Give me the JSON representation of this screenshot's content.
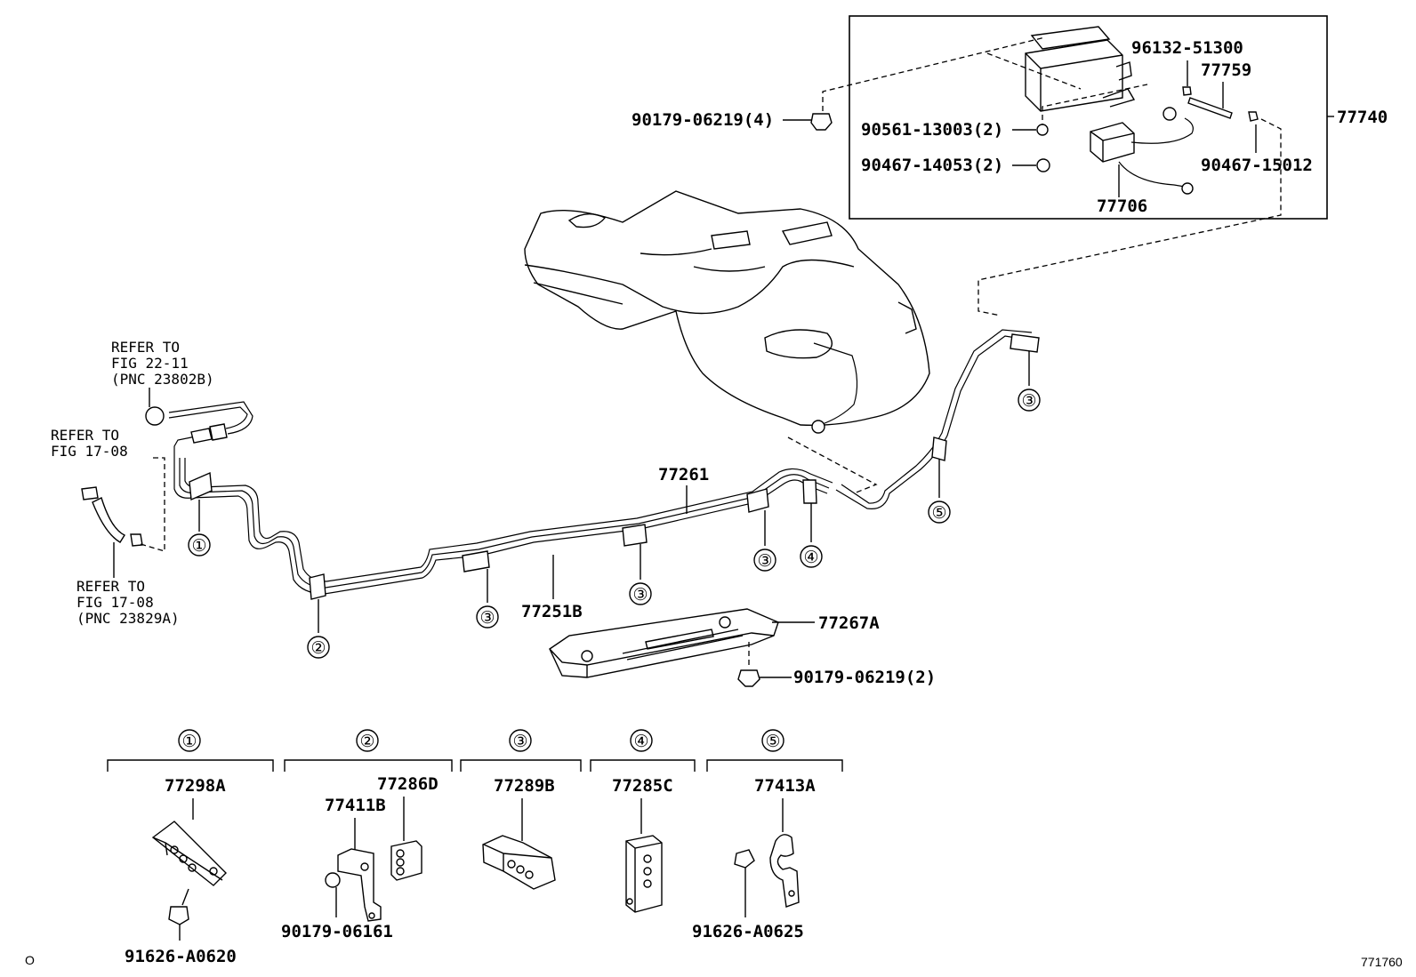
{
  "labels": {
    "p90179_06219_4": "90179-06219(4)",
    "p96132_51300": "96132-51300",
    "p77759": "77759",
    "p77740": "77740",
    "p90561_13003_2": "90561-13003(2)",
    "p90467_14053_2": "90467-14053(2)",
    "p90467_15012": "90467-15012",
    "p77706": "77706",
    "p77261": "77261",
    "p77251B": "77251B",
    "p77267A": "77267A",
    "p90179_06219_2": "90179-06219(2)",
    "ref_a_1": "REFER TO",
    "ref_a_2": "FIG 22-11",
    "ref_a_3": "(PNC 23802B)",
    "ref_b_1": "REFER TO",
    "ref_b_2": "FIG 17-08",
    "ref_c_1": "REFER TO",
    "ref_c_2": "FIG 17-08",
    "ref_c_3": "(PNC 23829A)"
  },
  "callouts": [
    "①",
    "②",
    "③",
    "④",
    "⑤"
  ],
  "legend": [
    {
      "num": "①",
      "parts": [
        "77298A",
        "91626-A0620"
      ]
    },
    {
      "num": "②",
      "parts": [
        "77286D",
        "77411B",
        "90179-06161"
      ]
    },
    {
      "num": "③",
      "parts": [
        "77289B"
      ]
    },
    {
      "num": "④",
      "parts": [
        "77285C"
      ]
    },
    {
      "num": "⑤",
      "parts": [
        "77413A",
        "91626-A0625"
      ]
    }
  ],
  "footer": {
    "left": "O",
    "right": "771760"
  }
}
